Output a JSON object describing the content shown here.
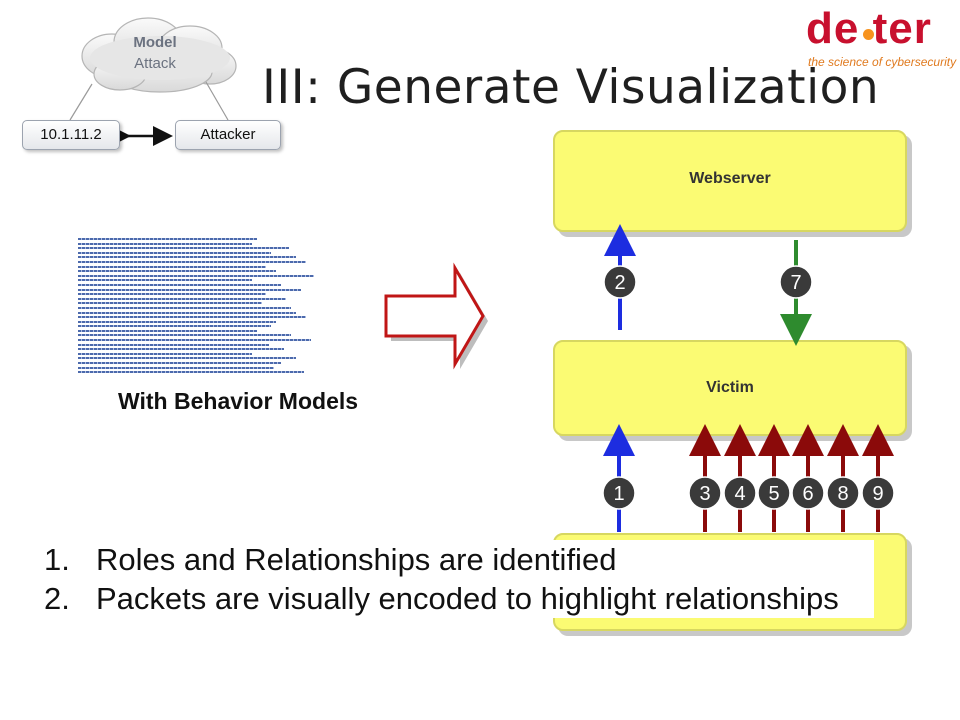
{
  "title": "III: Generate Visualization",
  "logo": {
    "main": "de  ter",
    "tagline": "the science of cybersecurity",
    "dot_color": "#f7931e",
    "color": "#c8102e"
  },
  "model": {
    "cloud_line1": "Model",
    "cloud_line2": "Attack",
    "ip_label": "10.1.11.2",
    "attacker_label": "Attacker"
  },
  "caption": "With Behavior Models",
  "diagram": {
    "top_box_label": "Webserver",
    "middle_box_label": "Victim",
    "upper_arrows": [
      {
        "label": "2",
        "color": "blue"
      },
      {
        "label": "7",
        "color": "green"
      }
    ],
    "lower_arrows": [
      {
        "label": "1",
        "color": "blue"
      },
      {
        "label": "3",
        "color": "darkred"
      },
      {
        "label": "4",
        "color": "darkred"
      },
      {
        "label": "5",
        "color": "darkred"
      },
      {
        "label": "6",
        "color": "darkred"
      },
      {
        "label": "8",
        "color": "darkred"
      },
      {
        "label": "9",
        "color": "darkred"
      }
    ]
  },
  "points": [
    {
      "num": "1.",
      "text": "Roles and Relationships are identified"
    },
    {
      "num": "2.",
      "text": "Packets are visually encoded to highlight relationships"
    }
  ],
  "colors": {
    "panel_fill": "#fbfb73",
    "blue_arrow": "#1d2de0",
    "green_arrow": "#2e8b2e",
    "red_arrow": "#8b0a0a",
    "badge": "#3a3a3a"
  }
}
